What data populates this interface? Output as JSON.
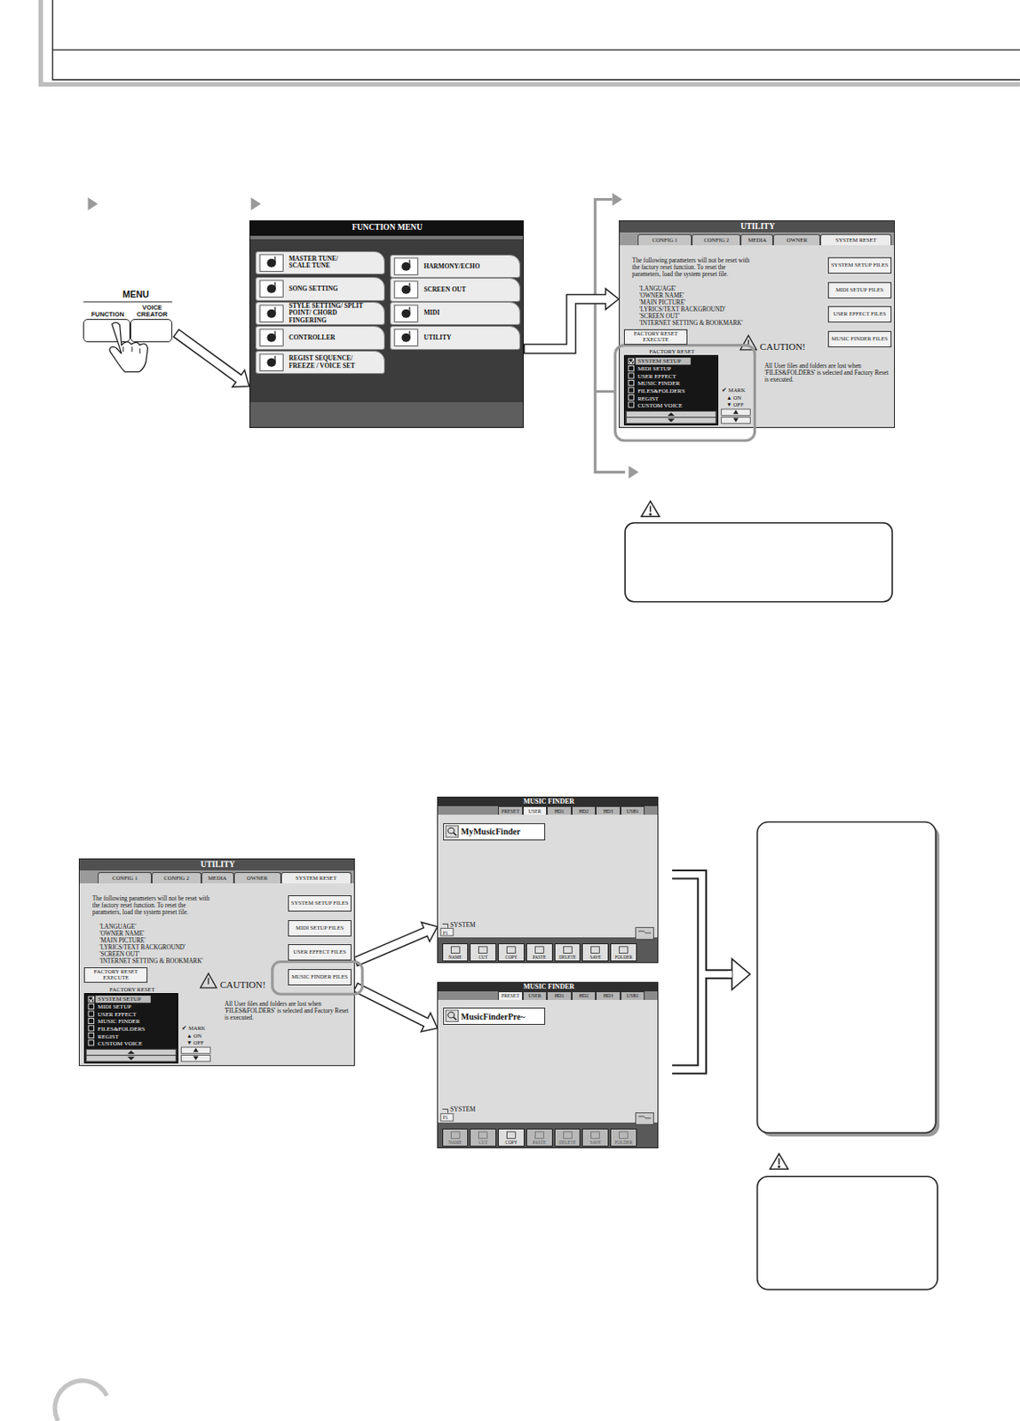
{
  "diagram": {
    "nodes": [
      {
        "text": [
          "MENU"
        ]
      },
      {
        "text": [
          "FUNCTION"
        ],
        "in": 0
      },
      {
        "text": [
          "VOICE CREATOR"
        ],
        "in": 0
      },
      {
        "text": [
          "FUNCTION MENU"
        ]
      },
      {
        "text": [
          "MASTER TUNE/ SCALE TUNE"
        ],
        "in": 3
      },
      {
        "text": [
          "SONG SETTING"
        ],
        "in": 3
      },
      {
        "text": [
          "STYLE SETTING/ SPLIT POINT/ CHORD FINGERING"
        ],
        "in": 3
      },
      {
        "text": [
          "CONTROLLER"
        ],
        "in": 3
      },
      {
        "text": [
          "REGIST SEQUENCE/ FREEZE / VOICE SET"
        ],
        "in": 3
      },
      {
        "text": [
          "HARMONY/ECHO"
        ],
        "in": 3
      },
      {
        "text": [
          "SCREEN OUT"
        ],
        "in": 3
      },
      {
        "text": [
          "MIDI"
        ],
        "in": 3
      },
      {
        "text": [
          "UTILITY"
        ],
        "in": 3
      },
      {
        "text": [
          "UTILITY",
          "The following parameters will not be reset with the factory reset function. To reset the parameters, load the system preset file.",
          "'LANGUAGE'",
          "'OWNER NAME'",
          "'MAIN PICTURE'",
          "'LYRICS/TEXT BACKGROUND'",
          "'SCREEN OUT'",
          "'INTERNET SETTING & BOOKMARK'",
          "CAUTION!",
          "All User files and folders are lost when 'FILES&FOLDERS' is selected and Factory Reset is executed.",
          "✔ MARK",
          "▲ ON",
          "▼ OFF"
        ]
      },
      {
        "text": [
          "CONFIG 1"
        ],
        "in": 13
      },
      {
        "text": [
          "CONFIG 2"
        ],
        "in": 13
      },
      {
        "text": [
          "MEDIA"
        ],
        "in": 13
      },
      {
        "text": [
          "OWNER"
        ],
        "in": 13
      },
      {
        "text": [
          "SYSTEM RESET"
        ],
        "in": 13
      },
      {
        "text": [
          "SYSTEM SETUP FILES"
        ],
        "in": 13
      },
      {
        "text": [
          "MIDI SETUP FILES"
        ],
        "in": 13
      },
      {
        "text": [
          "USER EFFECT FILES"
        ],
        "in": 13
      },
      {
        "text": [
          "MUSIC FINDER FILES"
        ],
        "in": 13
      },
      {
        "text": [
          "FACTORY RESET EXECUTE"
        ],
        "in": 13
      },
      {
        "text": [
          "FACTORY RESET",
          "SYSTEM SETUP",
          "MIDI SETUP",
          "USER EFFECT",
          "MUSIC FINDER",
          "FILES&FOLDERS",
          "REGIST",
          "CUSTOM VOICE"
        ],
        "in": 13
      },
      {
        "text": [
          "UTILITY",
          "The following parameters will not be reset with the factory reset function. To reset the parameters, load the system preset file.",
          "'LANGUAGE'",
          "'OWNER NAME'",
          "'MAIN PICTURE'",
          "'LYRICS/TEXT BACKGROUND'",
          "'SCREEN OUT'",
          "'INTERNET SETTING & BOOKMARK'",
          "CAUTION!",
          "All User files and folders are lost when 'FILES&FOLDERS' is selected and Factory Reset is executed.",
          "✔ MARK",
          "▲ ON",
          "▼ OFF"
        ]
      },
      {
        "text": [
          "CONFIG 1"
        ],
        "in": 25
      },
      {
        "text": [
          "CONFIG 2"
        ],
        "in": 25
      },
      {
        "text": [
          "MEDIA"
        ],
        "in": 25
      },
      {
        "text": [
          "OWNER"
        ],
        "in": 25
      },
      {
        "text": [
          "SYSTEM RESET"
        ],
        "in": 25
      },
      {
        "text": [
          "SYSTEM SETUP FILES"
        ],
        "in": 25
      },
      {
        "text": [
          "MIDI SETUP FILES"
        ],
        "in": 25
      },
      {
        "text": [
          "USER EFFECT FILES"
        ],
        "in": 25
      },
      {
        "text": [
          "MUSIC FINDER FILES"
        ],
        "in": 25
      },
      {
        "text": [
          "FACTORY RESET EXECUTE"
        ],
        "in": 25
      },
      {
        "text": [
          "FACTORY RESET",
          "SYSTEM SETUP",
          "MIDI SETUP",
          "USER EFFECT",
          "MUSIC FINDER",
          "FILES&FOLDERS",
          "REGIST",
          "CUSTOM VOICE"
        ],
        "in": 25
      },
      {
        "text": [
          "MUSIC FINDER",
          "SYSTEM",
          "P1"
        ]
      },
      {
        "text": [
          "PRESET"
        ],
        "in": 37
      },
      {
        "text": [
          "USER"
        ],
        "in": 37
      },
      {
        "text": [
          "HD1"
        ],
        "in": 37
      },
      {
        "text": [
          "HD2"
        ],
        "in": 37
      },
      {
        "text": [
          "HD3"
        ],
        "in": 37
      },
      {
        "text": [
          "USB1"
        ],
        "in": 37
      },
      {
        "text": [
          "MyMusicFinder"
        ],
        "in": 37
      },
      {
        "text": [
          "NAME"
        ],
        "in": 37
      },
      {
        "text": [
          "CUT"
        ],
        "in": 37
      },
      {
        "text": [
          "COPY"
        ],
        "in": 37
      },
      {
        "text": [
          "PASTE"
        ],
        "in": 37
      },
      {
        "text": [
          "DELETE"
        ],
        "in": 37
      },
      {
        "text": [
          "SAVE"
        ],
        "in": 37
      },
      {
        "text": [
          "FOLDER"
        ],
        "in": 37
      },
      {
        "text": [
          "MUSIC FINDER",
          "SYSTEM",
          "P1"
        ]
      },
      {
        "text": [
          "PRESET"
        ],
        "in": 52
      },
      {
        "text": [
          "USER"
        ],
        "in": 52
      },
      {
        "text": [
          "HD1"
        ],
        "in": 52
      },
      {
        "text": [
          "HD2"
        ],
        "in": 52
      },
      {
        "text": [
          "HD3"
        ],
        "in": 52
      },
      {
        "text": [
          "USB1"
        ],
        "in": 52
      },
      {
        "text": [
          "MusicFinderPre~"
        ],
        "in": 52
      },
      {
        "text": [
          "NAME"
        ],
        "in": 52
      },
      {
        "text": [
          "CUT"
        ],
        "in": 52
      },
      {
        "text": [
          "COPY"
        ],
        "in": 52
      },
      {
        "text": [
          "PASTE"
        ],
        "in": 52
      },
      {
        "text": [
          "DELETE"
        ],
        "in": 52
      },
      {
        "text": [
          "SAVE"
        ],
        "in": 52
      },
      {
        "text": [
          "FOLDER"
        ],
        "in": 52
      }
    ],
    "edges": [
      {
        "from": 0,
        "to": 3,
        "arrow": "to"
      },
      {
        "from": 3,
        "to": 13,
        "arrow": "to"
      },
      {
        "from": 25,
        "to": 37,
        "arrow": "to"
      },
      {
        "from": 25,
        "to": 52,
        "arrow": "to"
      }
    ]
  }
}
